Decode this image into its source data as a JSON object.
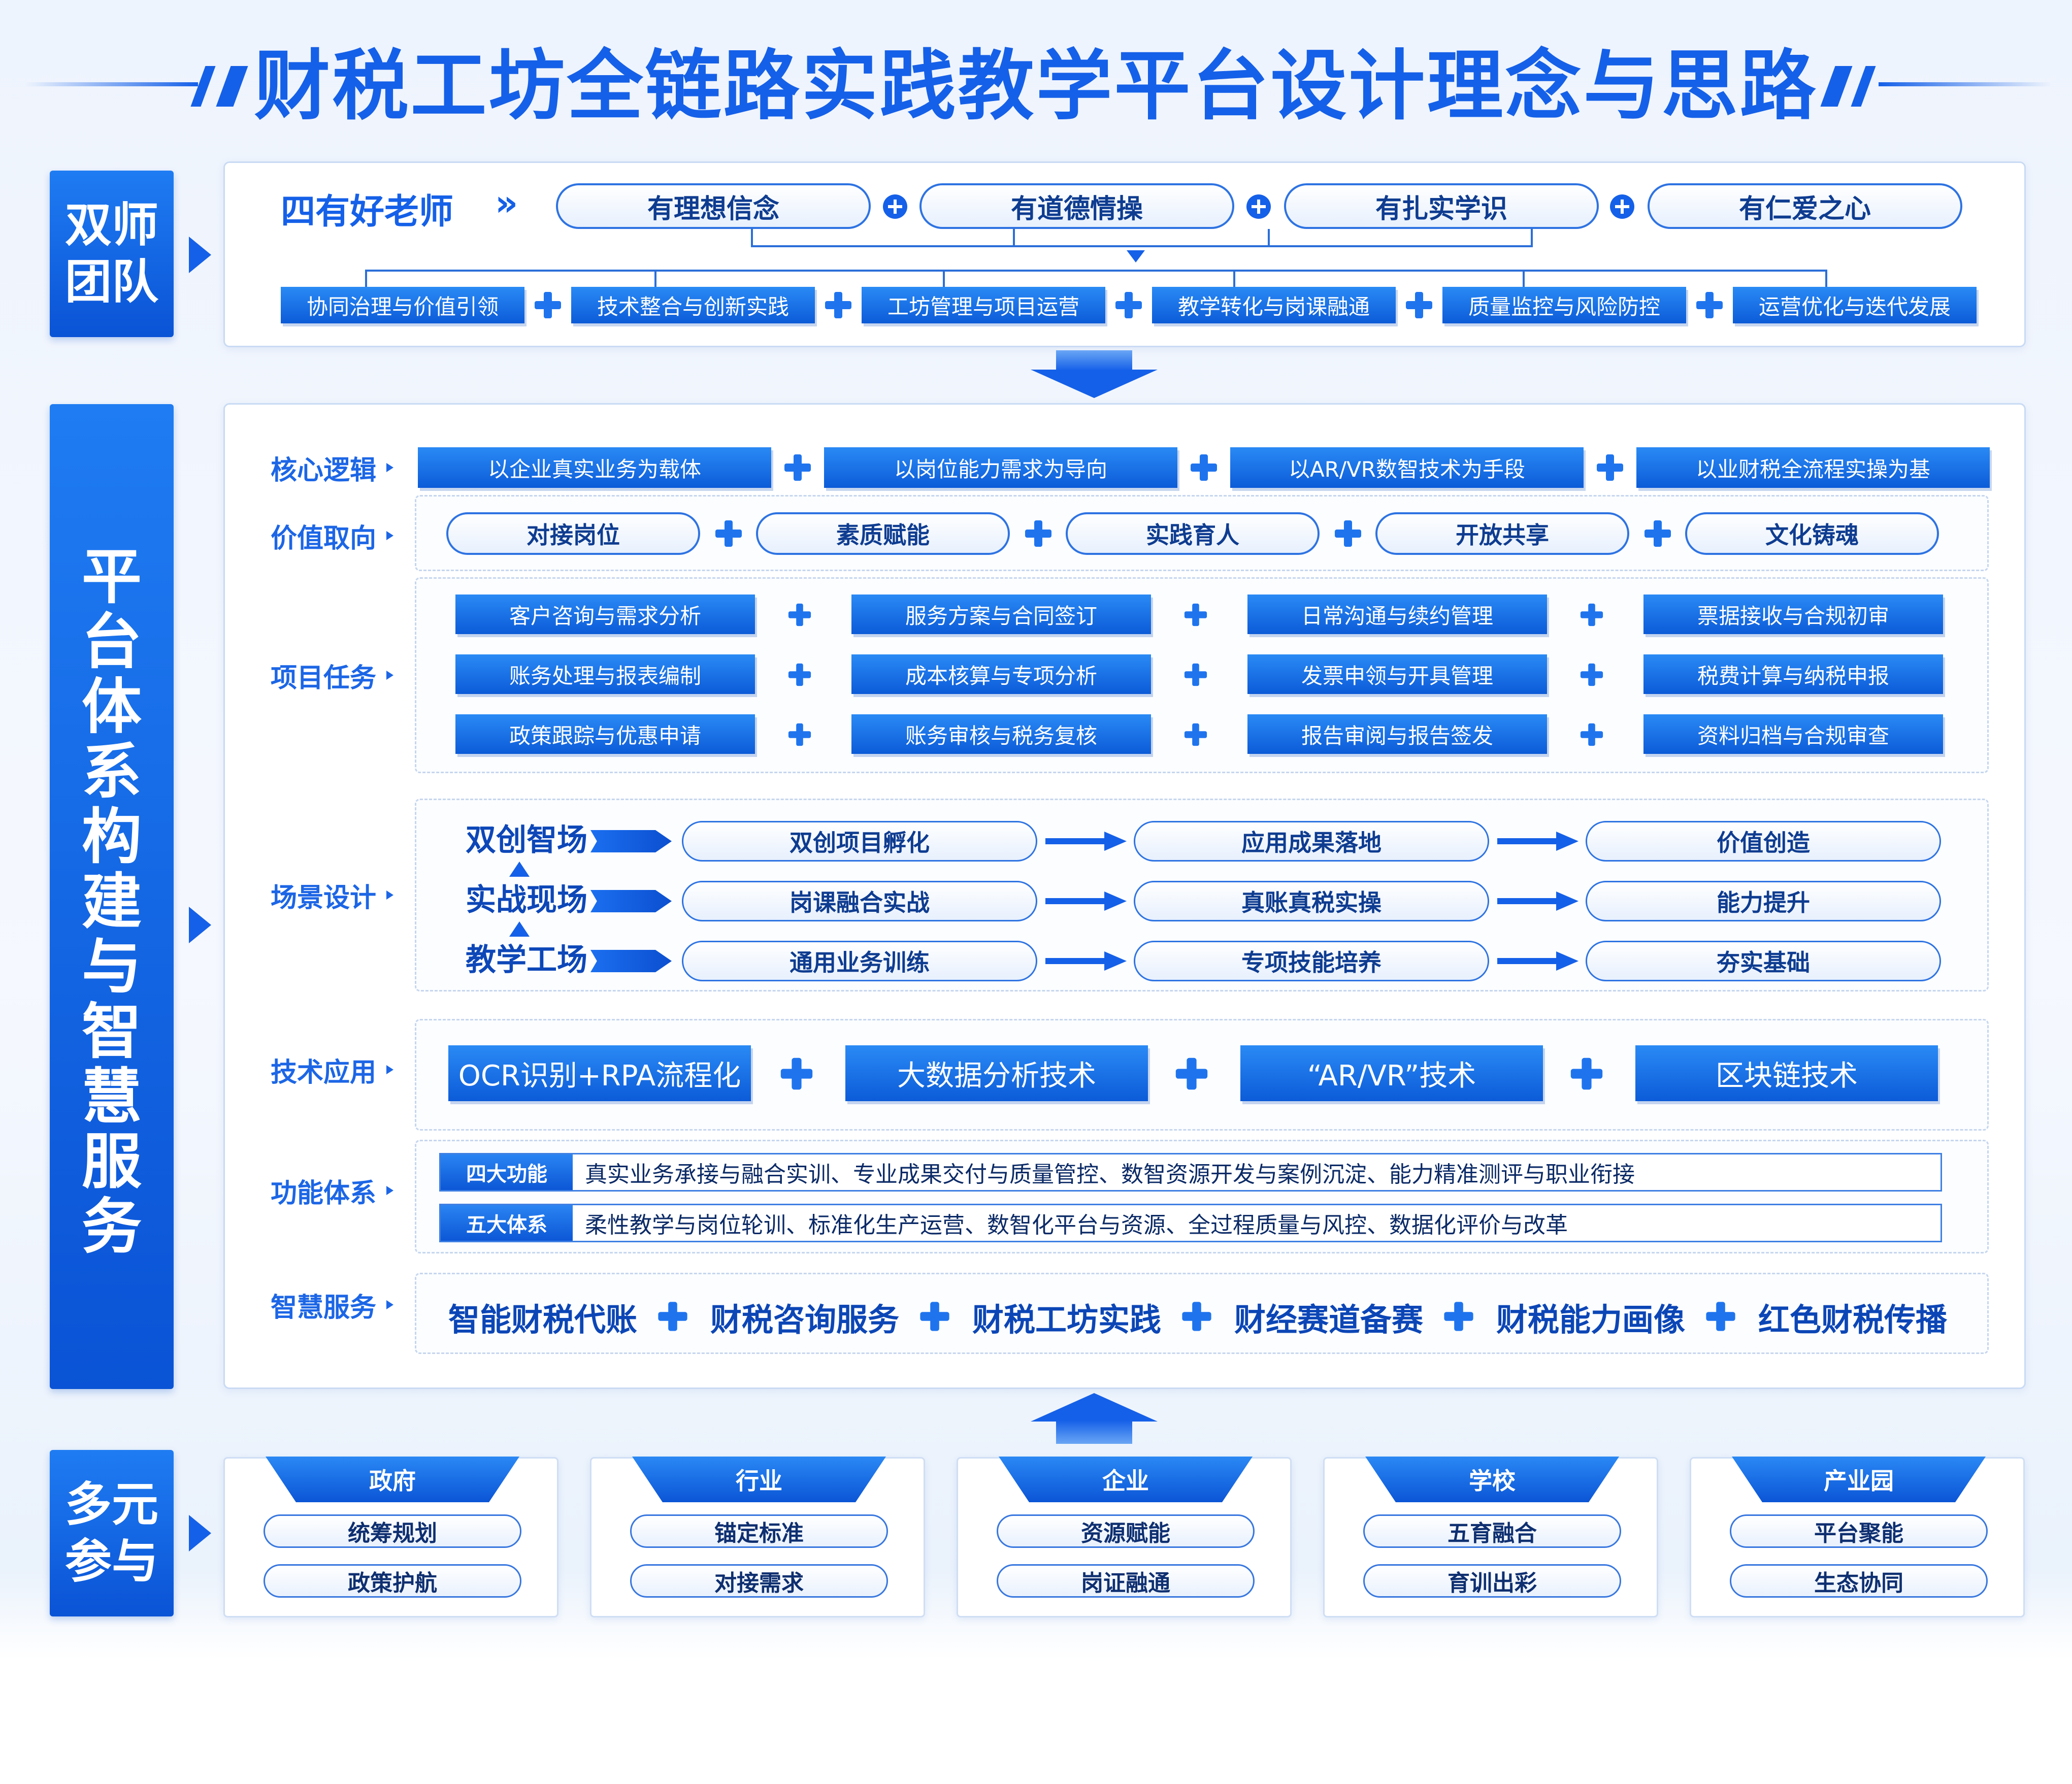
{
  "title": "财税工坊全链路实践教学平台设计理念与思路",
  "colors": {
    "primary": "#1560e8",
    "dark": "#0b3a86",
    "panel_border": "#c9daf4"
  },
  "dual_teacher": {
    "side_label_1": "双师",
    "side_label_2": "团队",
    "heading": "四有好老师",
    "qualities": [
      "有理想信念",
      "有道德情操",
      "有扎实学识",
      "有仁爱之心"
    ],
    "competencies": [
      "协同治理与价值引领",
      "技术整合与创新实践",
      "工坊管理与项目运营",
      "教学转化与岗课融通",
      "质量监控与风险防控",
      "运营优化与迭代发展"
    ]
  },
  "platform": {
    "side_label": [
      "平",
      "台",
      "体",
      "系",
      "构",
      "建",
      "与",
      "智",
      "慧",
      "服",
      "务"
    ],
    "core_logic": {
      "label": "核心逻辑",
      "items": [
        "以企业真实业务为载体",
        "以岗位能力需求为导向",
        "以AR/VR数智技术为手段",
        "以业财税全流程实操为基"
      ]
    },
    "value": {
      "label": "价值取向",
      "items": [
        "对接岗位",
        "素质赋能",
        "实践育人",
        "开放共享",
        "文化铸魂"
      ]
    },
    "tasks": {
      "label": "项目任务",
      "rows": [
        [
          "客户咨询与需求分析",
          "服务方案与合同签订",
          "日常沟通与续约管理",
          "票据接收与合规初审"
        ],
        [
          "账务处理与报表编制",
          "成本核算与专项分析",
          "发票申领与开具管理",
          "税费计算与纳税申报"
        ],
        [
          "政策跟踪与优惠申请",
          "账务审核与税务复核",
          "报告审阅与报告签发",
          "资料归档与合规审查"
        ]
      ]
    },
    "scenes": {
      "label": "场景设计",
      "rows": [
        {
          "name": "双创智场",
          "steps": [
            "双创项目孵化",
            "应用成果落地",
            "价值创造"
          ]
        },
        {
          "name": "实战现场",
          "steps": [
            "岗课融合实战",
            "真账真税实操",
            "能力提升"
          ]
        },
        {
          "name": "教学工场",
          "steps": [
            "通用业务训练",
            "专项技能培养",
            "夯实基础"
          ]
        }
      ]
    },
    "tech": {
      "label": "技术应用",
      "items": [
        "OCR识别+RPA流程化",
        "大数据分析技术",
        "“AR/VR”技术",
        "区块链技术"
      ]
    },
    "func": {
      "label": "功能体系",
      "rows": [
        {
          "tag": "四大功能",
          "text": "真实业务承接与融合实训、专业成果交付与质量管控、数智资源开发与案例沉淀、能力精准测评与职业衔接"
        },
        {
          "tag": "五大体系",
          "text": "柔性教学与岗位轮训、标准化生产运营、数智化平台与资源、全过程质量与风控、数据化评价与改革"
        }
      ]
    },
    "smart": {
      "label": "智慧服务",
      "items": [
        "智能财税代账",
        "财税咨询服务",
        "财税工坊实践",
        "财经赛道备赛",
        "财税能力画像",
        "红色财税传播"
      ]
    }
  },
  "stakeholders": {
    "side_label_1": "多元",
    "side_label_2": "参与",
    "cards": [
      {
        "name": "政府",
        "items": [
          "统筹规划",
          "政策护航"
        ]
      },
      {
        "name": "行业",
        "items": [
          "锚定标准",
          "对接需求"
        ]
      },
      {
        "name": "企业",
        "items": [
          "资源赋能",
          "岗证融通"
        ]
      },
      {
        "name": "学校",
        "items": [
          "五育融合",
          "育训出彩"
        ]
      },
      {
        "name": "产业园",
        "items": [
          "平台聚能",
          "生态协同"
        ]
      }
    ]
  }
}
